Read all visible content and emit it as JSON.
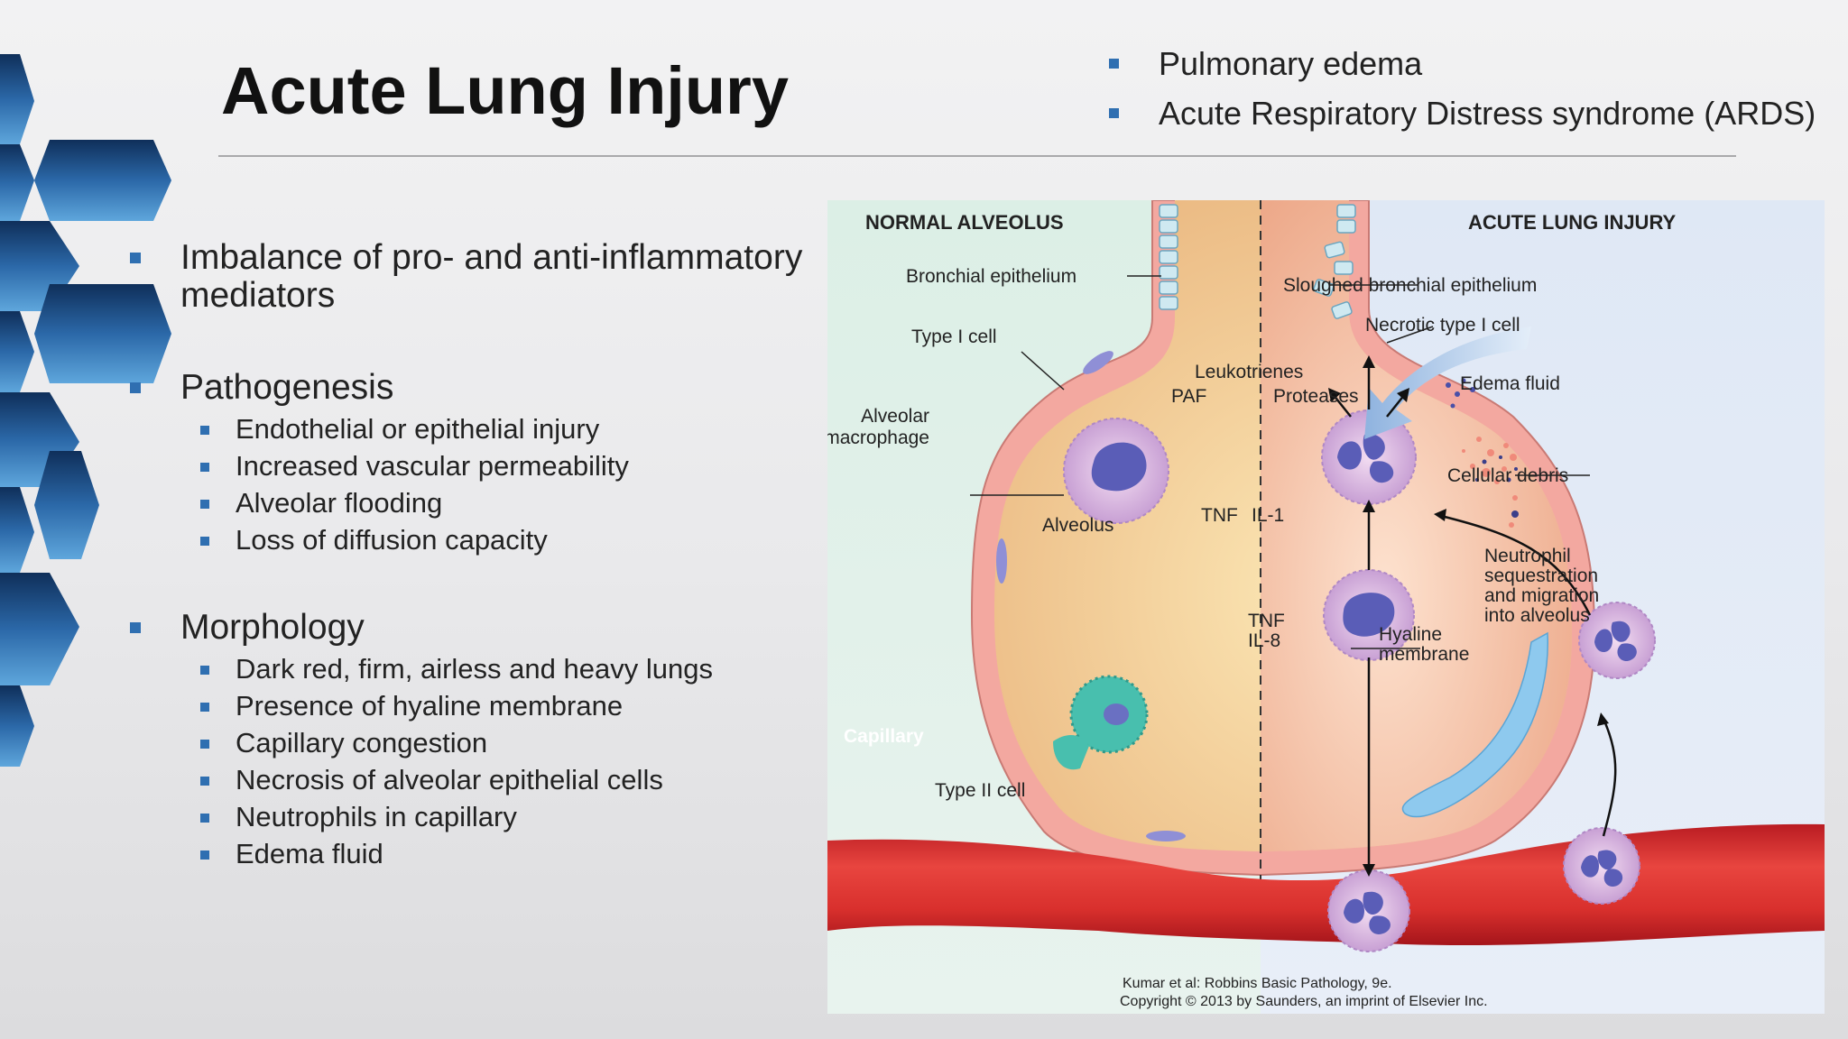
{
  "slide": {
    "title": "Acute Lung Injury",
    "top_bullets": [
      "Pulmonary edema",
      "Acute Respiratory Distress syndrome (ARDS)"
    ],
    "sections": [
      {
        "heading": "Imbalance of pro- and anti-inflammatory",
        "heading_line2": "mediators",
        "items": []
      },
      {
        "heading": "Pathogenesis",
        "items": [
          "Endothelial or epithelial injury",
          "Increased vascular permeability",
          "Alveolar flooding",
          "Loss of diffusion capacity"
        ]
      },
      {
        "heading": "Morphology",
        "items": [
          "Dark red, firm, airless and heavy lungs",
          "Presence of hyaline membrane",
          "Capillary congestion",
          "Necrosis of alveolar epithelial cells",
          "Neutrophils in capillary",
          "Edema fluid"
        ]
      }
    ],
    "accent_color": "#2f6fb1"
  },
  "figure": {
    "left_heading": "NORMAL ALVEOLUS",
    "right_heading": "ACUTE LUNG INJURY",
    "labels": {
      "bronchial_epithelium": "Bronchial epithelium",
      "type1": "Type I cell",
      "macrophage_line1": "Alveolar",
      "macrophage_line2": "macrophage",
      "alveolus": "Alveolus",
      "type2": "Type II cell",
      "capillary": "Capillary",
      "sloughed": "Sloughed bronchial epithelium",
      "necrotic": "Necrotic type I cell",
      "leukotrienes": "Leukotrienes",
      "paf": "PAF",
      "proteases": "Proteases",
      "edema": "Edema fluid",
      "debris": "Cellular debris",
      "tnf": "TNF",
      "il1": "IL-1",
      "tnf2": "TNF",
      "il8": "IL-8",
      "neutro1": "Neutrophil",
      "neutro2": "sequestration",
      "neutro3": "and migration",
      "neutro4": "into alveolus",
      "hyaline1": "Hyaline",
      "hyaline2": "membrane"
    },
    "credit_line1": "Kumar et al: Robbins Basic Pathology, 9e.",
    "credit_line2": "Copyright © 2013  by Saunders, an imprint of Elsevier Inc."
  }
}
